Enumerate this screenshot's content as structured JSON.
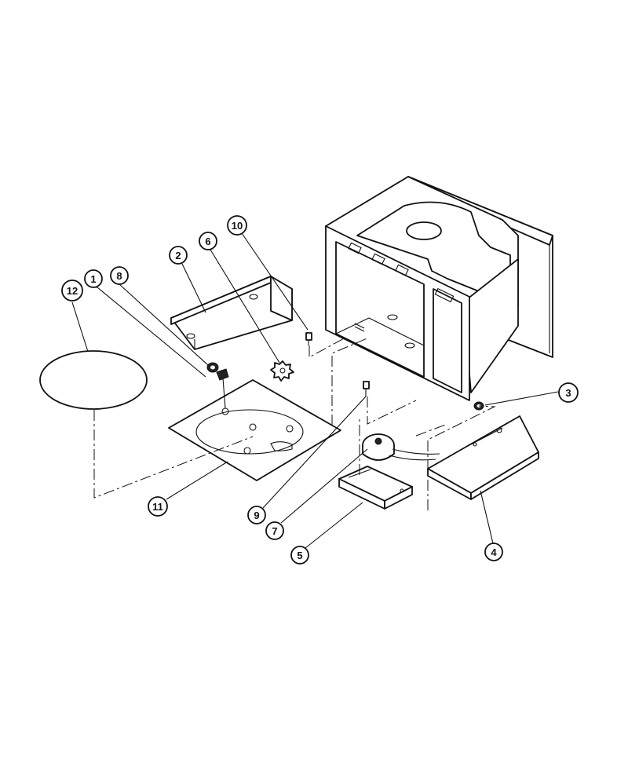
{
  "callouts": [
    {
      "id": "12",
      "label": "12"
    },
    {
      "id": "1",
      "label": "1"
    },
    {
      "id": "8",
      "label": "8"
    },
    {
      "id": "2",
      "label": "2"
    },
    {
      "id": "6",
      "label": "6"
    },
    {
      "id": "10",
      "label": "10"
    },
    {
      "id": "3",
      "label": "3"
    },
    {
      "id": "11",
      "label": "11"
    },
    {
      "id": "9",
      "label": "9"
    },
    {
      "id": "7",
      "label": "7"
    },
    {
      "id": "5",
      "label": "5"
    },
    {
      "id": "4",
      "label": "4"
    }
  ]
}
